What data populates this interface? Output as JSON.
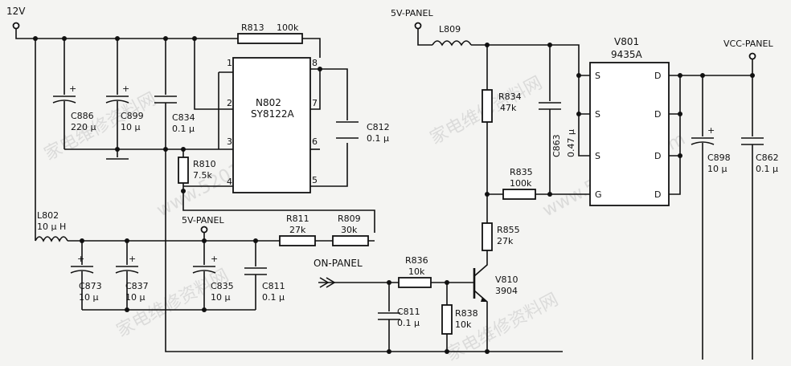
{
  "labels": {
    "v12": "12V",
    "panel5_top": "5V-PANEL",
    "panel5_mid": "5V-PANEL",
    "on_panel": "ON-PANEL",
    "vcc_panel": "VCC-PANEL"
  },
  "components": {
    "r813": {
      "ref": "R813",
      "value": "100k"
    },
    "n802": {
      "ref": "N802",
      "part": "SY8122A"
    },
    "c886": {
      "ref": "C886",
      "value": "220 µ"
    },
    "c899": {
      "ref": "C899",
      "value": "10 µ"
    },
    "c834": {
      "ref": "C834",
      "value": "0.1 µ"
    },
    "c812": {
      "ref": "C812",
      "value": "0.1 µ"
    },
    "r810": {
      "ref": "R810",
      "value": "7.5k"
    },
    "l802": {
      "ref": "L802",
      "value": "10 µ H"
    },
    "r811": {
      "ref": "R811",
      "value": "27k"
    },
    "r809": {
      "ref": "R809",
      "value": "30k"
    },
    "c873": {
      "ref": "C873",
      "value": "10 µ"
    },
    "c837": {
      "ref": "C837",
      "value": "10 µ"
    },
    "c835": {
      "ref": "C835",
      "value": "10 µ"
    },
    "c811a": {
      "ref": "C811",
      "value": "0.1 µ"
    },
    "r836": {
      "ref": "R836",
      "value": "10k"
    },
    "c811b": {
      "ref": "C811",
      "value": "0.1 µ"
    },
    "r838": {
      "ref": "R838",
      "value": "10k"
    },
    "v810": {
      "ref": "V810",
      "part": "3904"
    },
    "l809": {
      "ref": "L809"
    },
    "r834": {
      "ref": "R834",
      "value": "47k"
    },
    "c863": {
      "ref": "C863",
      "value": "0.47 µ"
    },
    "r835": {
      "ref": "R835",
      "value": "100k"
    },
    "r855": {
      "ref": "R855",
      "value": "27k"
    },
    "v801": {
      "ref": "V801",
      "part": "9435A"
    },
    "c898": {
      "ref": "C898",
      "value": "10 µ"
    },
    "c862": {
      "ref": "C862",
      "value": "0.1 µ"
    }
  },
  "pins": {
    "p1": "1",
    "p2": "2",
    "p3": "3",
    "p4": "4",
    "p5": "5",
    "p6": "6",
    "p7": "7",
    "p8": "8",
    "s": "S",
    "d": "D",
    "g": "G"
  },
  "polarity": "+",
  "watermarks": [
    "家电维修资料网",
    "www.520101.com"
  ]
}
